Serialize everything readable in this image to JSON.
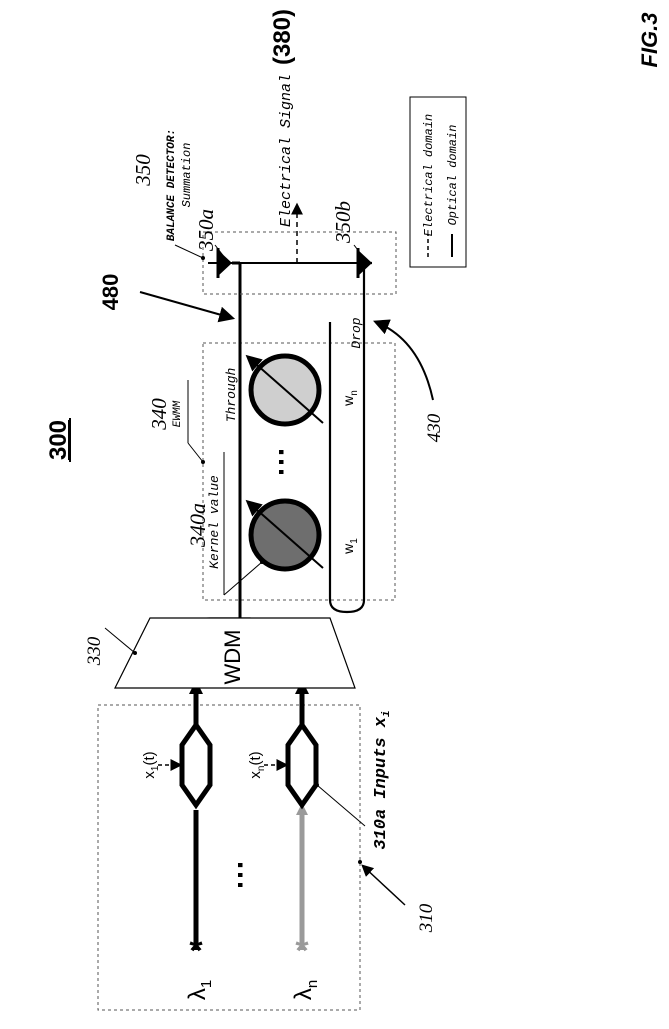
{
  "figure": {
    "fig_label": "FIG.3",
    "system_ref": "300",
    "input_block": {
      "ref": "310",
      "modulator_ref": "310a",
      "inputs_label": "Inputs",
      "inputs_symbol": "x",
      "inputs_subscript": "i",
      "lambda_1": "λ",
      "lambda_1_sub": "1",
      "lambda_n": "λ",
      "lambda_n_sub": "n",
      "signal_1": "x",
      "signal_1_sub": "1",
      "signal_1_arg": "(t)",
      "signal_n": "x",
      "signal_n_sub": "n",
      "signal_n_arg": "(t)",
      "ellipsis": "⋯",
      "colors": {
        "channel_1": "#000000",
        "channel_n": "#9a9a9a"
      }
    },
    "wdm": {
      "ref": "330",
      "label": "WDM"
    },
    "ewmm": {
      "ref": "340",
      "label": "EWMM",
      "ring_ref": "340a",
      "kernel_label": "Kernel value",
      "through_label": "Through",
      "drop_label": "Drop",
      "weight_1": "w",
      "weight_1_sub": "1",
      "weight_n": "w",
      "weight_n_sub": "n",
      "ellipsis": "⋯",
      "colors": {
        "ring_1": "#6e6e6e",
        "ring_n": "#cfcfcf"
      }
    },
    "through_ref": "480",
    "drop_ref": "430",
    "detector": {
      "ref": "350",
      "title": "BALANCE DETECTOR:",
      "subtitle": "Summation",
      "pd_a_ref": "350a",
      "pd_b_ref": "350b"
    },
    "output": {
      "label": "Electrical Signal",
      "ref": "(380)"
    },
    "legend": {
      "electrical": "Electrical domain",
      "optical": "Optical domain"
    }
  }
}
